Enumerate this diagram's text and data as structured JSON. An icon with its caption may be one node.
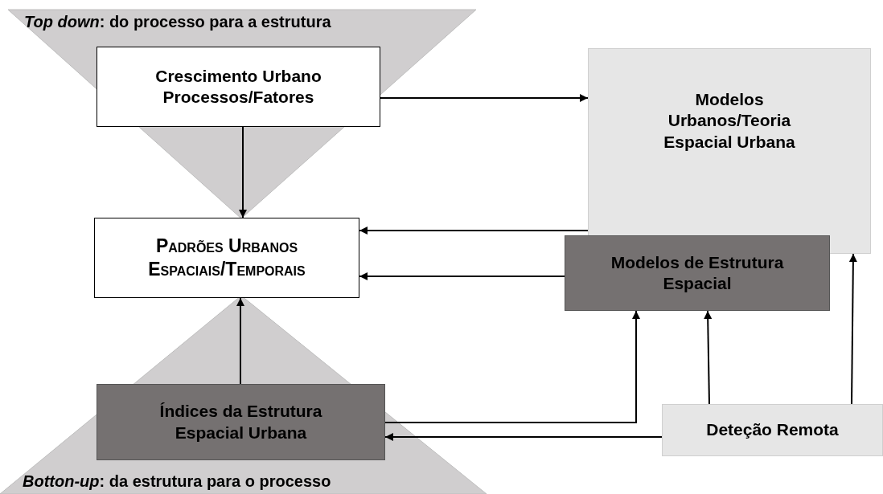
{
  "diagram": {
    "nodes": [
      {
        "text": [
          "Crescimento Urbano Processos/Fatores"
        ]
      },
      {
        "text": [
          "Modelos Urbanos/Teoria Espacial Urbana"
        ]
      },
      {
        "text": [
          "Padrões Urbanos Espaciais/Temporais"
        ]
      },
      {
        "text": [
          "Modelos de Estrutura Espacial"
        ]
      },
      {
        "text": [
          "Índices da Estrutura Espacial Urbana"
        ]
      },
      {
        "text": [
          "Deteção Remota"
        ]
      }
    ],
    "edges": [
      {
        "from": 0,
        "to": 1,
        "arrow": "to"
      },
      {
        "from": 0,
        "to": 2,
        "arrow": "to"
      },
      {
        "from": 1,
        "to": 2,
        "arrow": "to"
      },
      {
        "from": 3,
        "to": 2,
        "arrow": "to"
      },
      {
        "from": 4,
        "to": 2,
        "arrow": "to"
      },
      {
        "from": 4,
        "to": 3,
        "arrow": "to"
      },
      {
        "from": 5,
        "to": 3,
        "arrow": "to"
      },
      {
        "from": 5,
        "to": 1,
        "arrow": "to"
      },
      {
        "from": 5,
        "to": 4,
        "arrow": "to"
      }
    ],
    "labels": [
      "*Top down*: do processo para a estrutura",
      "*Botton-up*: da estrutura para o processo"
    ]
  }
}
